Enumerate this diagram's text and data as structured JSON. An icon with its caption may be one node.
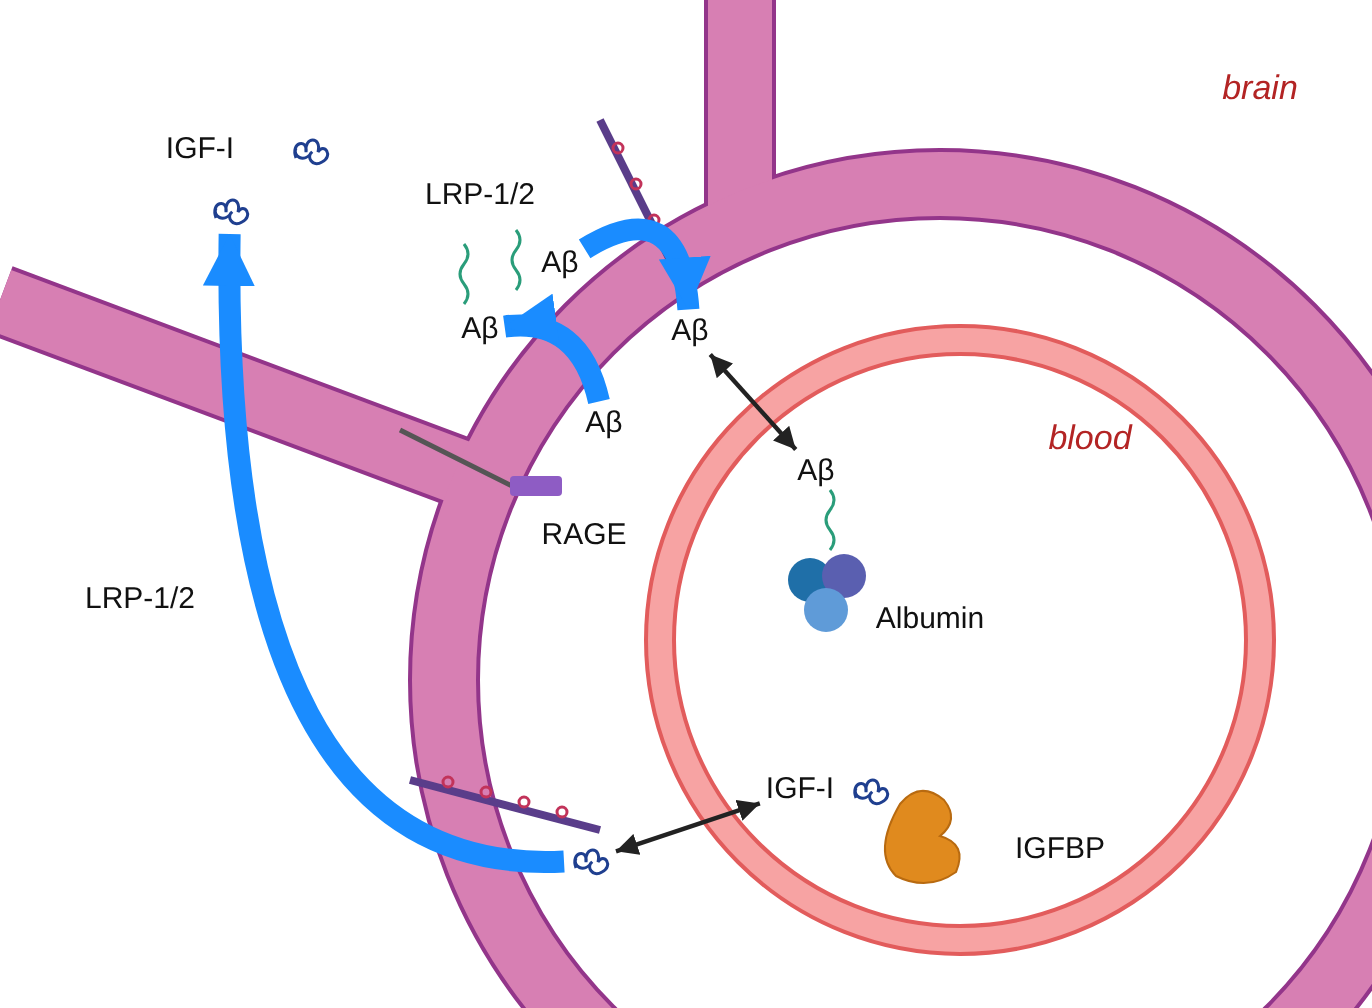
{
  "diagram": {
    "nodes": [
      {
        "text": [],
        "shape": "picture"
      },
      {
        "text": [
          "Aβ"
        ]
      },
      {
        "text": [
          "Aβ"
        ]
      },
      {
        "text": [
          "Aβ"
        ]
      },
      {
        "text": [
          "Aβ"
        ]
      },
      {
        "text": [
          "Aβ"
        ]
      },
      {
        "text": [
          "IGF-I"
        ]
      },
      {
        "text": [],
        "shape": "picture"
      }
    ],
    "edges": [
      {
        "from": 1,
        "to": 2,
        "arrow": "to"
      },
      {
        "from": 4,
        "to": 3,
        "arrow": "to"
      },
      {
        "from": 2,
        "to": 5,
        "arrow": "both",
        "color": "#222222"
      },
      {
        "from": 7,
        "to": 6,
        "arrow": "both",
        "color": "#222222"
      },
      {
        "from": 7,
        "to": 0,
        "arrow": "to"
      }
    ],
    "labels": [
      "IGF-I",
      "brain",
      "LRP-1/2",
      "blood",
      "RAGE",
      "Albumin",
      "LRP-1/2",
      "IGFBP"
    ]
  }
}
